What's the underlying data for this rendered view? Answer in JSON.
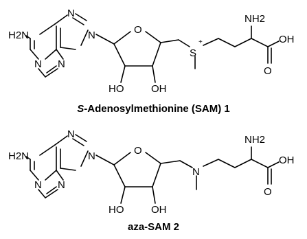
{
  "molecule_1": {
    "caption_prefix": "S",
    "caption_rest": "-Adenosylmethionine (SAM) 1",
    "atoms": {
      "nh2_left": "H2N",
      "n_imidazole_top": "N",
      "n9": "N",
      "n1": "N",
      "n3": "N",
      "ring_o": "O",
      "sulfonium": "S",
      "charge": "+",
      "alpha_amine": "NH2",
      "acid_oh": "OH",
      "acid_o": "O",
      "ho_left": "HO",
      "oh_right": "OH"
    }
  },
  "molecule_2": {
    "caption": "aza-SAM 2",
    "atoms": {
      "nh2_left": "H2N",
      "n_imidazole_top": "N",
      "n9": "N",
      "n1": "N",
      "n3": "N",
      "ring_o": "O",
      "amine_n": "N",
      "alpha_amine": "NH2",
      "acid_oh": "OH",
      "acid_o": "O",
      "ho_left": "HO",
      "oh_right": "OH"
    }
  }
}
